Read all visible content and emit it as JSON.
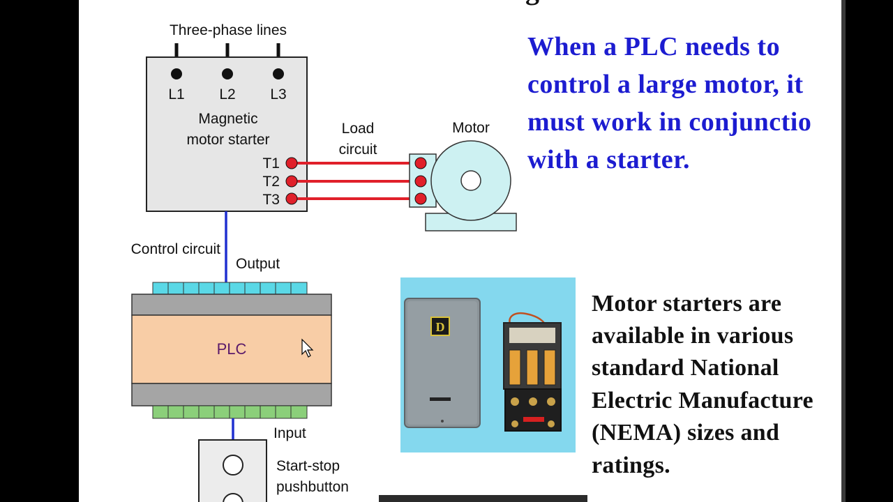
{
  "diagram": {
    "three_phase_label": "Three-phase lines",
    "line_labels": [
      "L1",
      "L2",
      "L3"
    ],
    "starter_label_1": "Magnetic",
    "starter_label_2": "motor starter",
    "terminal_labels": [
      "T1",
      "T2",
      "T3"
    ],
    "load_label_1": "Load",
    "load_label_2": "circuit",
    "motor_label": "Motor",
    "control_circuit_label": "Control circuit",
    "output_label": "Output",
    "plc_label": "PLC",
    "input_label": "Input",
    "station_label_1": "Start-stop",
    "station_label_2": "pushbutton"
  },
  "text_blocks": {
    "title_fragment": "g",
    "plc_note": [
      "When a PLC needs to",
      "control a large motor, it",
      "must work in conjunctio",
      "with a starter."
    ],
    "nema_note": [
      "Motor starters are",
      "available in various",
      "standard National",
      "Electric Manufacture",
      "(NEMA) sizes and",
      "ratings."
    ]
  },
  "photo": {
    "logo_letter": "D"
  },
  "colors": {
    "wire_red": "#e0202a",
    "wire_blue": "#2030d0",
    "text_blue": "#1c1cd0",
    "plc_body": "#f8cda6",
    "motor_fill": "#cdf1f2",
    "photo_bg": "#84d8ee",
    "output_terminals": "#5ad8e6",
    "input_terminals": "#8bcf7a"
  }
}
